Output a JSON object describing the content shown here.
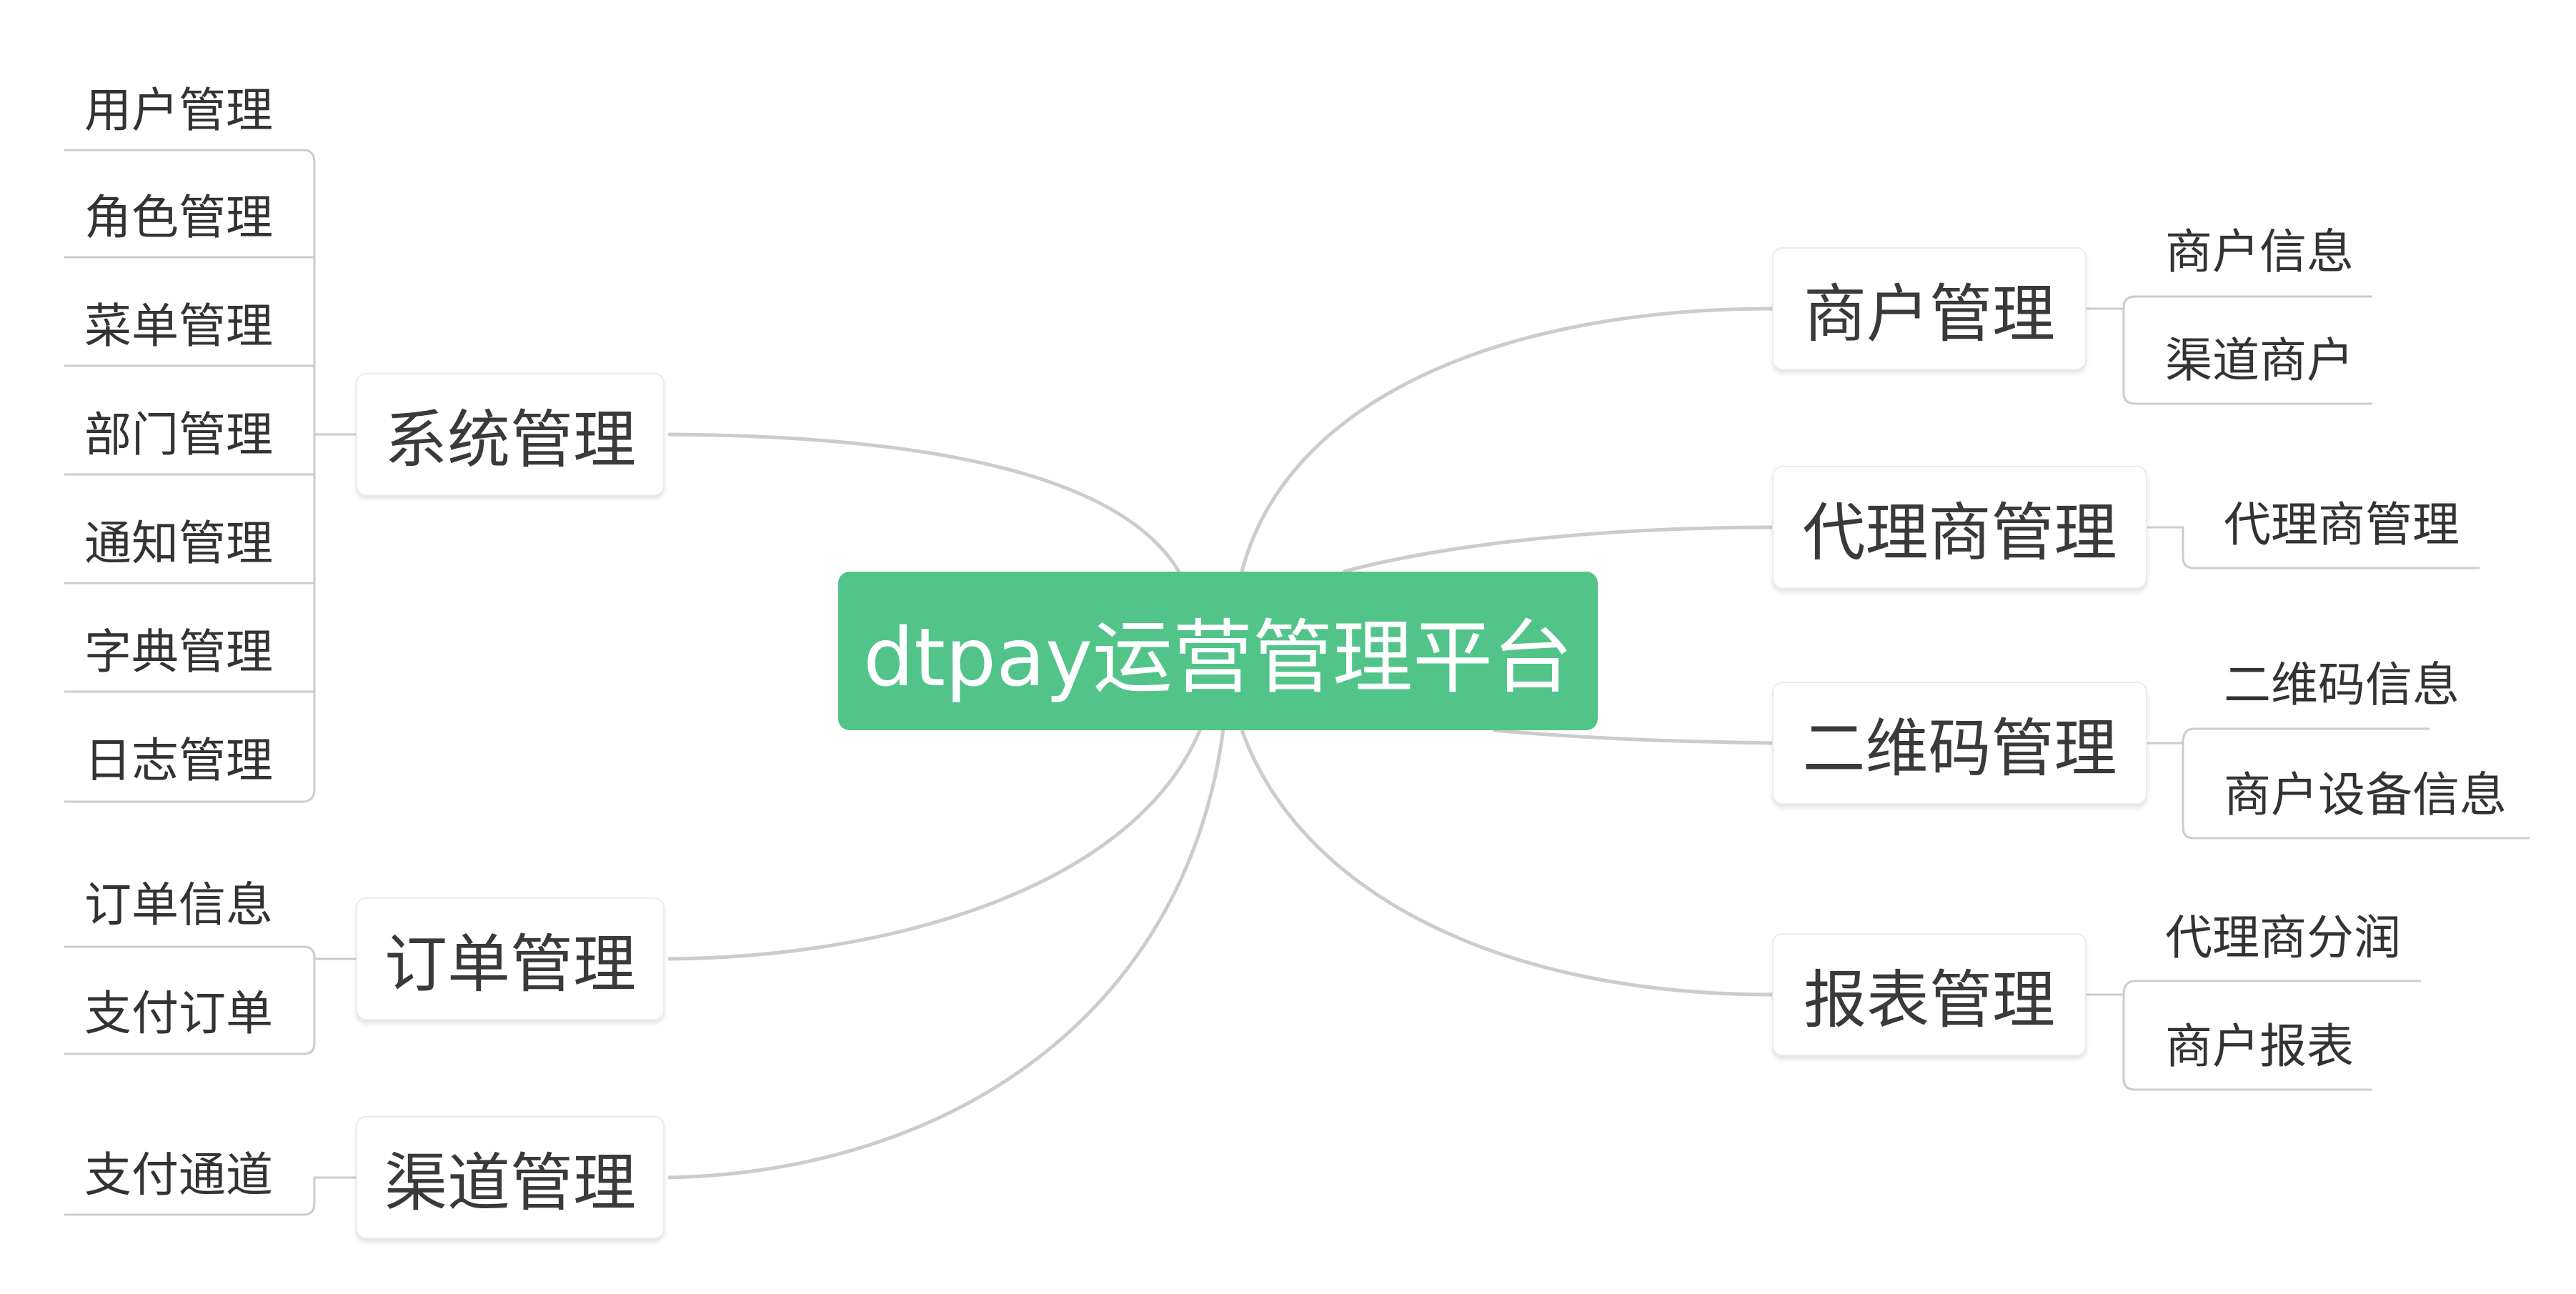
{
  "root": {
    "label": "dtpay运营管理平台"
  },
  "left_branches": [
    {
      "label": "系统管理",
      "children": [
        "用户管理",
        "角色管理",
        "菜单管理",
        "部门管理",
        "通知管理",
        "字典管理",
        "日志管理"
      ]
    },
    {
      "label": "订单管理",
      "children": [
        "订单信息",
        "支付订单"
      ]
    },
    {
      "label": "渠道管理",
      "children": [
        "支付通道"
      ]
    }
  ],
  "right_branches": [
    {
      "label": "商户管理",
      "children": [
        "商户信息",
        "渠道商户"
      ]
    },
    {
      "label": "代理商管理",
      "children": [
        "代理商管理"
      ]
    },
    {
      "label": "二维码管理",
      "children": [
        "二维码信息",
        "商户设备信息"
      ]
    },
    {
      "label": "报表管理",
      "children": [
        "代理商分润",
        "商户报表"
      ]
    }
  ],
  "colors": {
    "root_fill": "#52c48a",
    "root_text": "#ffffff",
    "connector": "#cccccc",
    "text": "#333333"
  }
}
